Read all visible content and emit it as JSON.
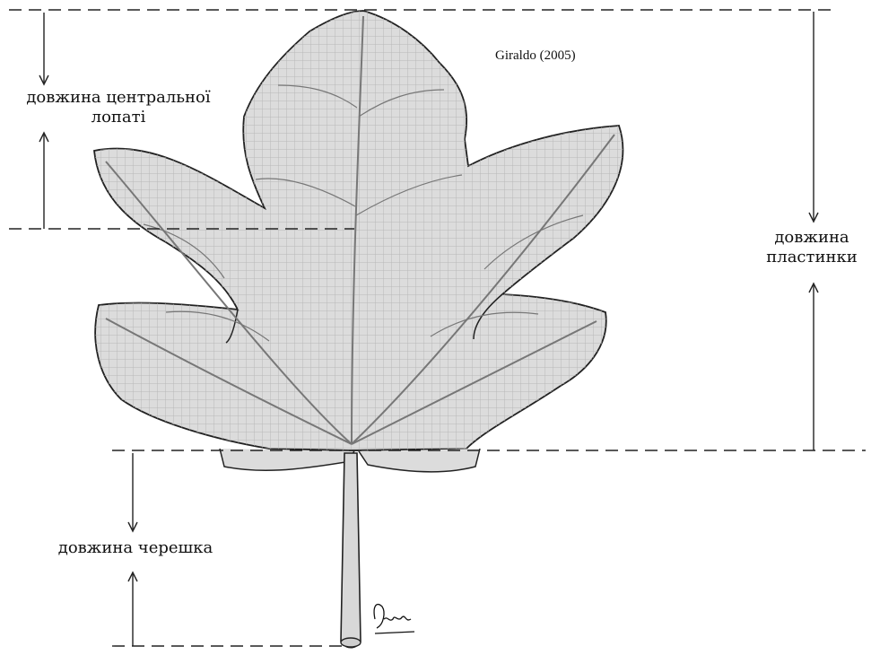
{
  "citation": "Giraldo (2005)",
  "labels": {
    "central_lobe_line1": "довжина центральної",
    "central_lobe_line2": "лопаті",
    "blade_line1": "довжина",
    "blade_line2": "пластинки",
    "petiole": "довжина черешка"
  },
  "signature": "Dnate",
  "colors": {
    "leaf_fill": "#dcdcdc",
    "outline": "#222222",
    "vein": "#777777"
  }
}
